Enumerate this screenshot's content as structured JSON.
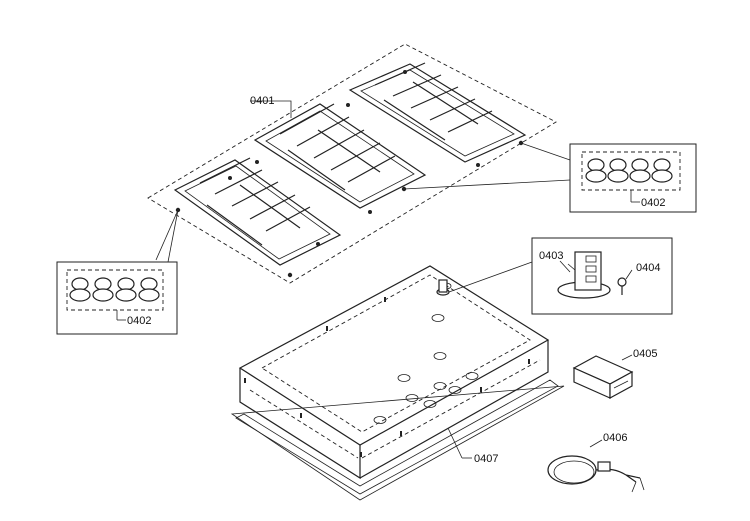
{
  "labels": {
    "grates": "0401",
    "caps_right": "0402",
    "caps_left": "0402",
    "valve": "0403",
    "screw": "0404",
    "module": "0405",
    "cord": "0406",
    "cooktop": "0407"
  }
}
